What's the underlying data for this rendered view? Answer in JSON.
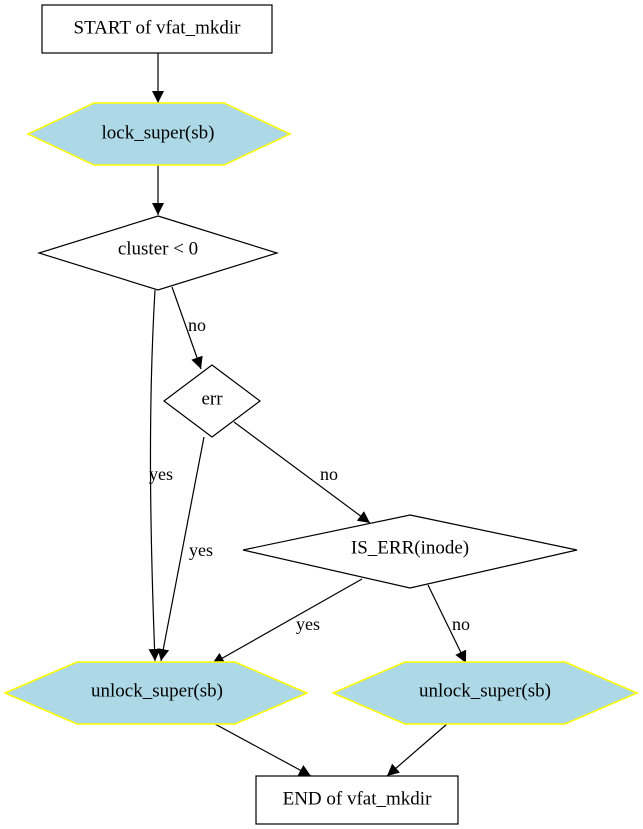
{
  "colors": {
    "hexagon_fill": "#add8e6",
    "hexagon_stroke": "#ffff00",
    "stroke": "#000000",
    "background": "#ffffff"
  },
  "nodes": {
    "start": "START of vfat_mkdir",
    "lock": "lock_super(sb)",
    "cluster_check": "cluster < 0",
    "err_check": "err",
    "is_err_check": "IS_ERR(inode)",
    "unlock_left": "unlock_super(sb)",
    "unlock_right": "unlock_super(sb)",
    "end": "END of vfat_mkdir"
  },
  "edges": {
    "cluster_no": "no",
    "cluster_yes": "yes",
    "err_yes": "yes",
    "err_no": "no",
    "is_err_yes": "yes",
    "is_err_no": "no"
  }
}
